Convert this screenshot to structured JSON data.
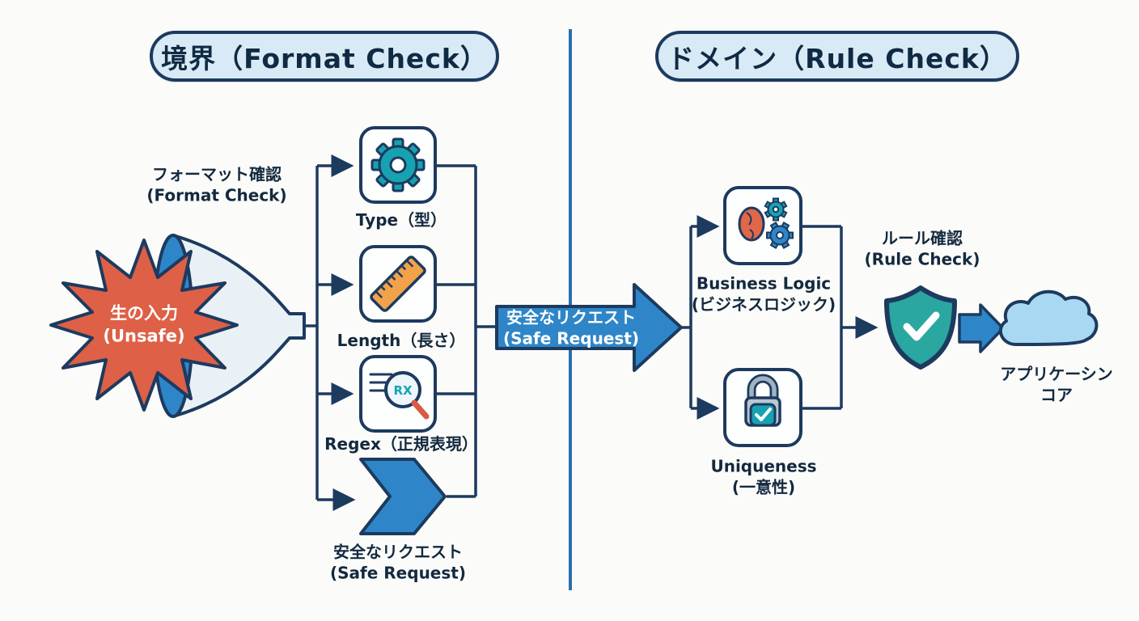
{
  "section_titles": {
    "boundary": "境界（Format Check）",
    "domain": "ドメイン（Rule Check）"
  },
  "boundary": {
    "raw_input": {
      "line1": "生の入力",
      "line2": "(Unsafe)"
    },
    "format_check_label": {
      "line1": "フォーマット確認",
      "line2": "(Format Check)"
    },
    "checks": [
      {
        "label": "Type（型）",
        "icon": "gear-icon"
      },
      {
        "label": "Length（長さ）",
        "icon": "ruler-icon"
      },
      {
        "label": "Regex（正規表現）",
        "icon": "regex-magnifier-icon"
      }
    ],
    "regex_icon_text": "RX",
    "safe_request": {
      "line1": "安全なリクエスト",
      "line2": "(Safe Request)"
    }
  },
  "transfer_arrow": {
    "line1": "安全なリクエスト",
    "line2": "(Safe Request)"
  },
  "domain": {
    "checks": [
      {
        "line1": "Business Logic",
        "line2": "(ビジネスロジック)",
        "icon": "brain-gears-icon"
      },
      {
        "line1": "Uniqueness",
        "line2": "(一意性)",
        "icon": "lock-check-icon"
      }
    ],
    "rule_check_label": {
      "line1": "ルール確認",
      "line2": "(Rule Check)"
    },
    "app_core_label": {
      "line1": "アプリケーシン",
      "line2": "コア"
    }
  },
  "colors": {
    "outline": "#1d3a5f",
    "arrow_blue": "#2e86c8",
    "divider_blue": "#2b6fad",
    "teal": "#17a2b2",
    "burst_orange": "#dd6047",
    "ruler_orange": "#f2a24a",
    "pill_bg": "#d8eaf6",
    "cloud_blue": "#a9d9f2",
    "shield_teal": "#2aa7a0"
  }
}
